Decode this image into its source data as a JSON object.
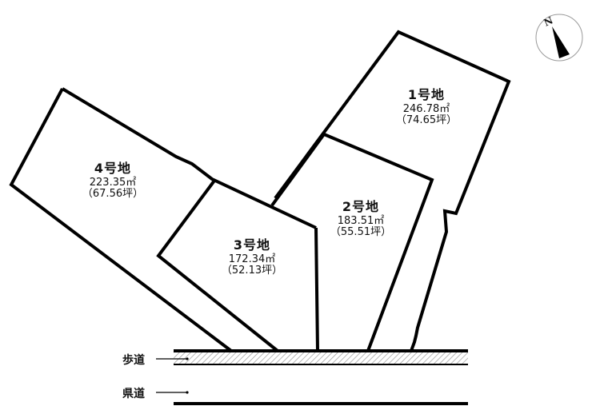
{
  "compass": {
    "label": "N",
    "icon": "north-arrow-icon"
  },
  "lots": [
    {
      "name": "1号地",
      "area": "246.78㎡",
      "tsubo": "（74.65坪）"
    },
    {
      "name": "2号地",
      "area": "183.51㎡",
      "tsubo": "（55.51坪）"
    },
    {
      "name": "3号地",
      "area": "172.34㎡",
      "tsubo": "（52.13坪）"
    },
    {
      "name": "4号地",
      "area": "223.35㎡",
      "tsubo": "（67.56坪）"
    }
  ],
  "roads": {
    "sidewalk": "歩道",
    "prefectural_road": "県道"
  },
  "colors": {
    "line": "#000000",
    "hatch": "#9a9a9a",
    "background": "#ffffff"
  }
}
